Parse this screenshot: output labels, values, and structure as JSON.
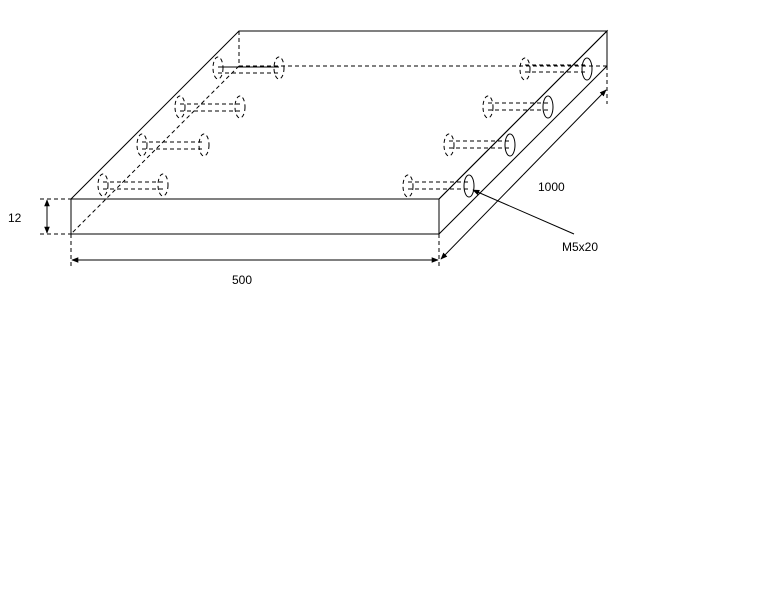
{
  "dimensions": {
    "thickness": "12",
    "width": "500",
    "length": "1000"
  },
  "callout": {
    "screw": "M5x20"
  }
}
